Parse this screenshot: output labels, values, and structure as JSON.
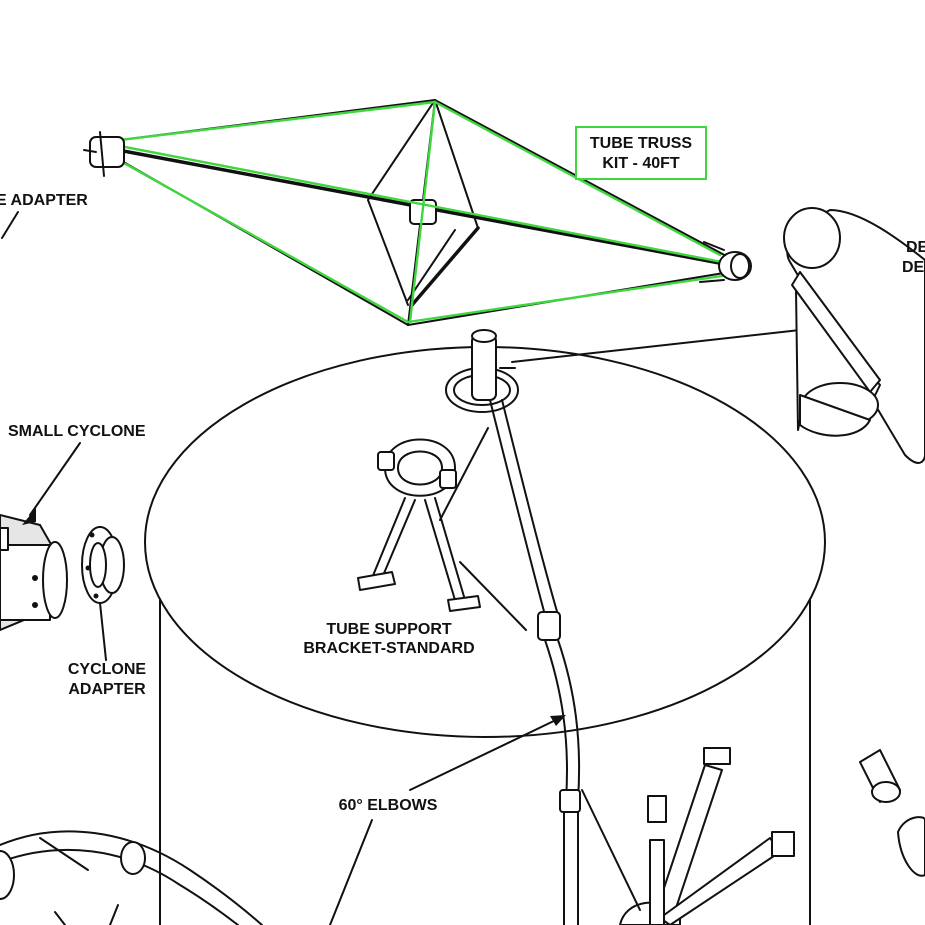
{
  "theme": {
    "highlight": "#3fd63f",
    "ink": "#111111",
    "background": "#ffffff"
  },
  "labels": {
    "tube_truss_line1": "TUBE TRUSS",
    "tube_truss_line2": "KIT - 40FT",
    "adapter_partial": "E ADAPTER",
    "small_cyclone": "SMALL CYCLONE",
    "cyclone_adapter_line1": "CYCLONE",
    "cyclone_adapter_line2": "ADAPTER",
    "tube_support_line1": "TUBE SUPPORT",
    "tube_support_line2": "BRACKET-STANDARD",
    "elbows": "60° ELBOWS",
    "right_partial_line1": "DE",
    "right_partial_line2": "DE"
  }
}
